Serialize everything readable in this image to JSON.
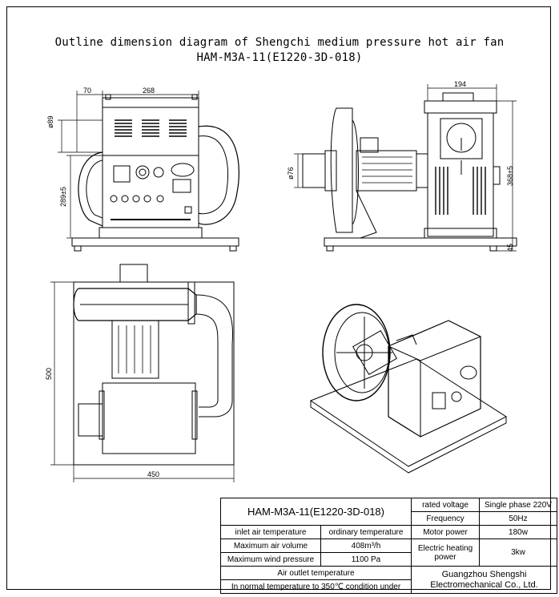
{
  "title_line1": "Outline dimension diagram of Shengchi medium pressure hot air fan",
  "title_line2": "HAM-M3A-11(E1220-3D-018)",
  "dimensions": {
    "front_width": "268",
    "front_offset": "70",
    "front_top_diam": "ø89",
    "front_height": "289±5",
    "side_width": "194",
    "side_diam": "ø76",
    "side_height": "368±5",
    "side_base": "45",
    "top_depth": "500",
    "top_width": "450"
  },
  "spec": {
    "model": "HAM-M3A-11(E1220-3D-018)",
    "inlet_label": "inlet air temperature",
    "inlet_value": "ordinary temperature",
    "volume_label": "Maximum air volume",
    "volume_value": "408m³/h",
    "pressure_label": "Maximum wind pressure",
    "pressure_value": "1100 Pa",
    "outlet_label": "Air outlet temperature",
    "outlet_value": "In normal temperature to 350℃ condition under",
    "voltage_label": "rated voltage",
    "voltage_value": "Single phase 220V",
    "freq_label": "Frequency",
    "freq_value": "50Hz",
    "motor_label": "Motor power",
    "motor_value": "180w",
    "heat_label": "Electric heating power",
    "heat_value": "3kw",
    "company": "Guangzhou Shengshi Electromechanical Co., Ltd."
  }
}
